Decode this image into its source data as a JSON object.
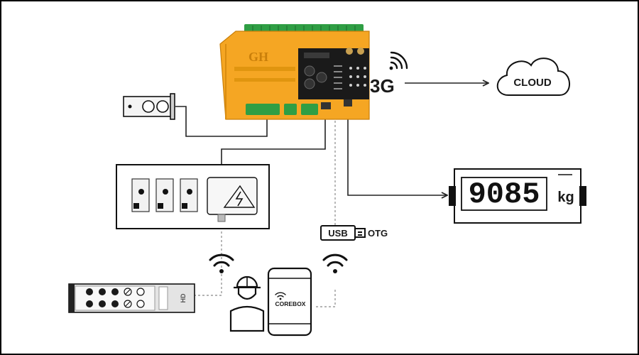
{
  "gateway": {
    "logo": "GH",
    "brand": "GH",
    "connector_label": "3G"
  },
  "cloud": {
    "label": "CLOUD"
  },
  "display": {
    "value": "9085",
    "unit": "kg"
  },
  "usb": {
    "usb_label": "USB",
    "otg_label": "OTG"
  },
  "phone": {
    "app_label": "COREBOX"
  },
  "remote": {
    "brand": "HD"
  },
  "colors": {
    "housing": "#f5a623",
    "terminal": "#2f9e44",
    "line": "#222222",
    "frame": "#000000"
  }
}
